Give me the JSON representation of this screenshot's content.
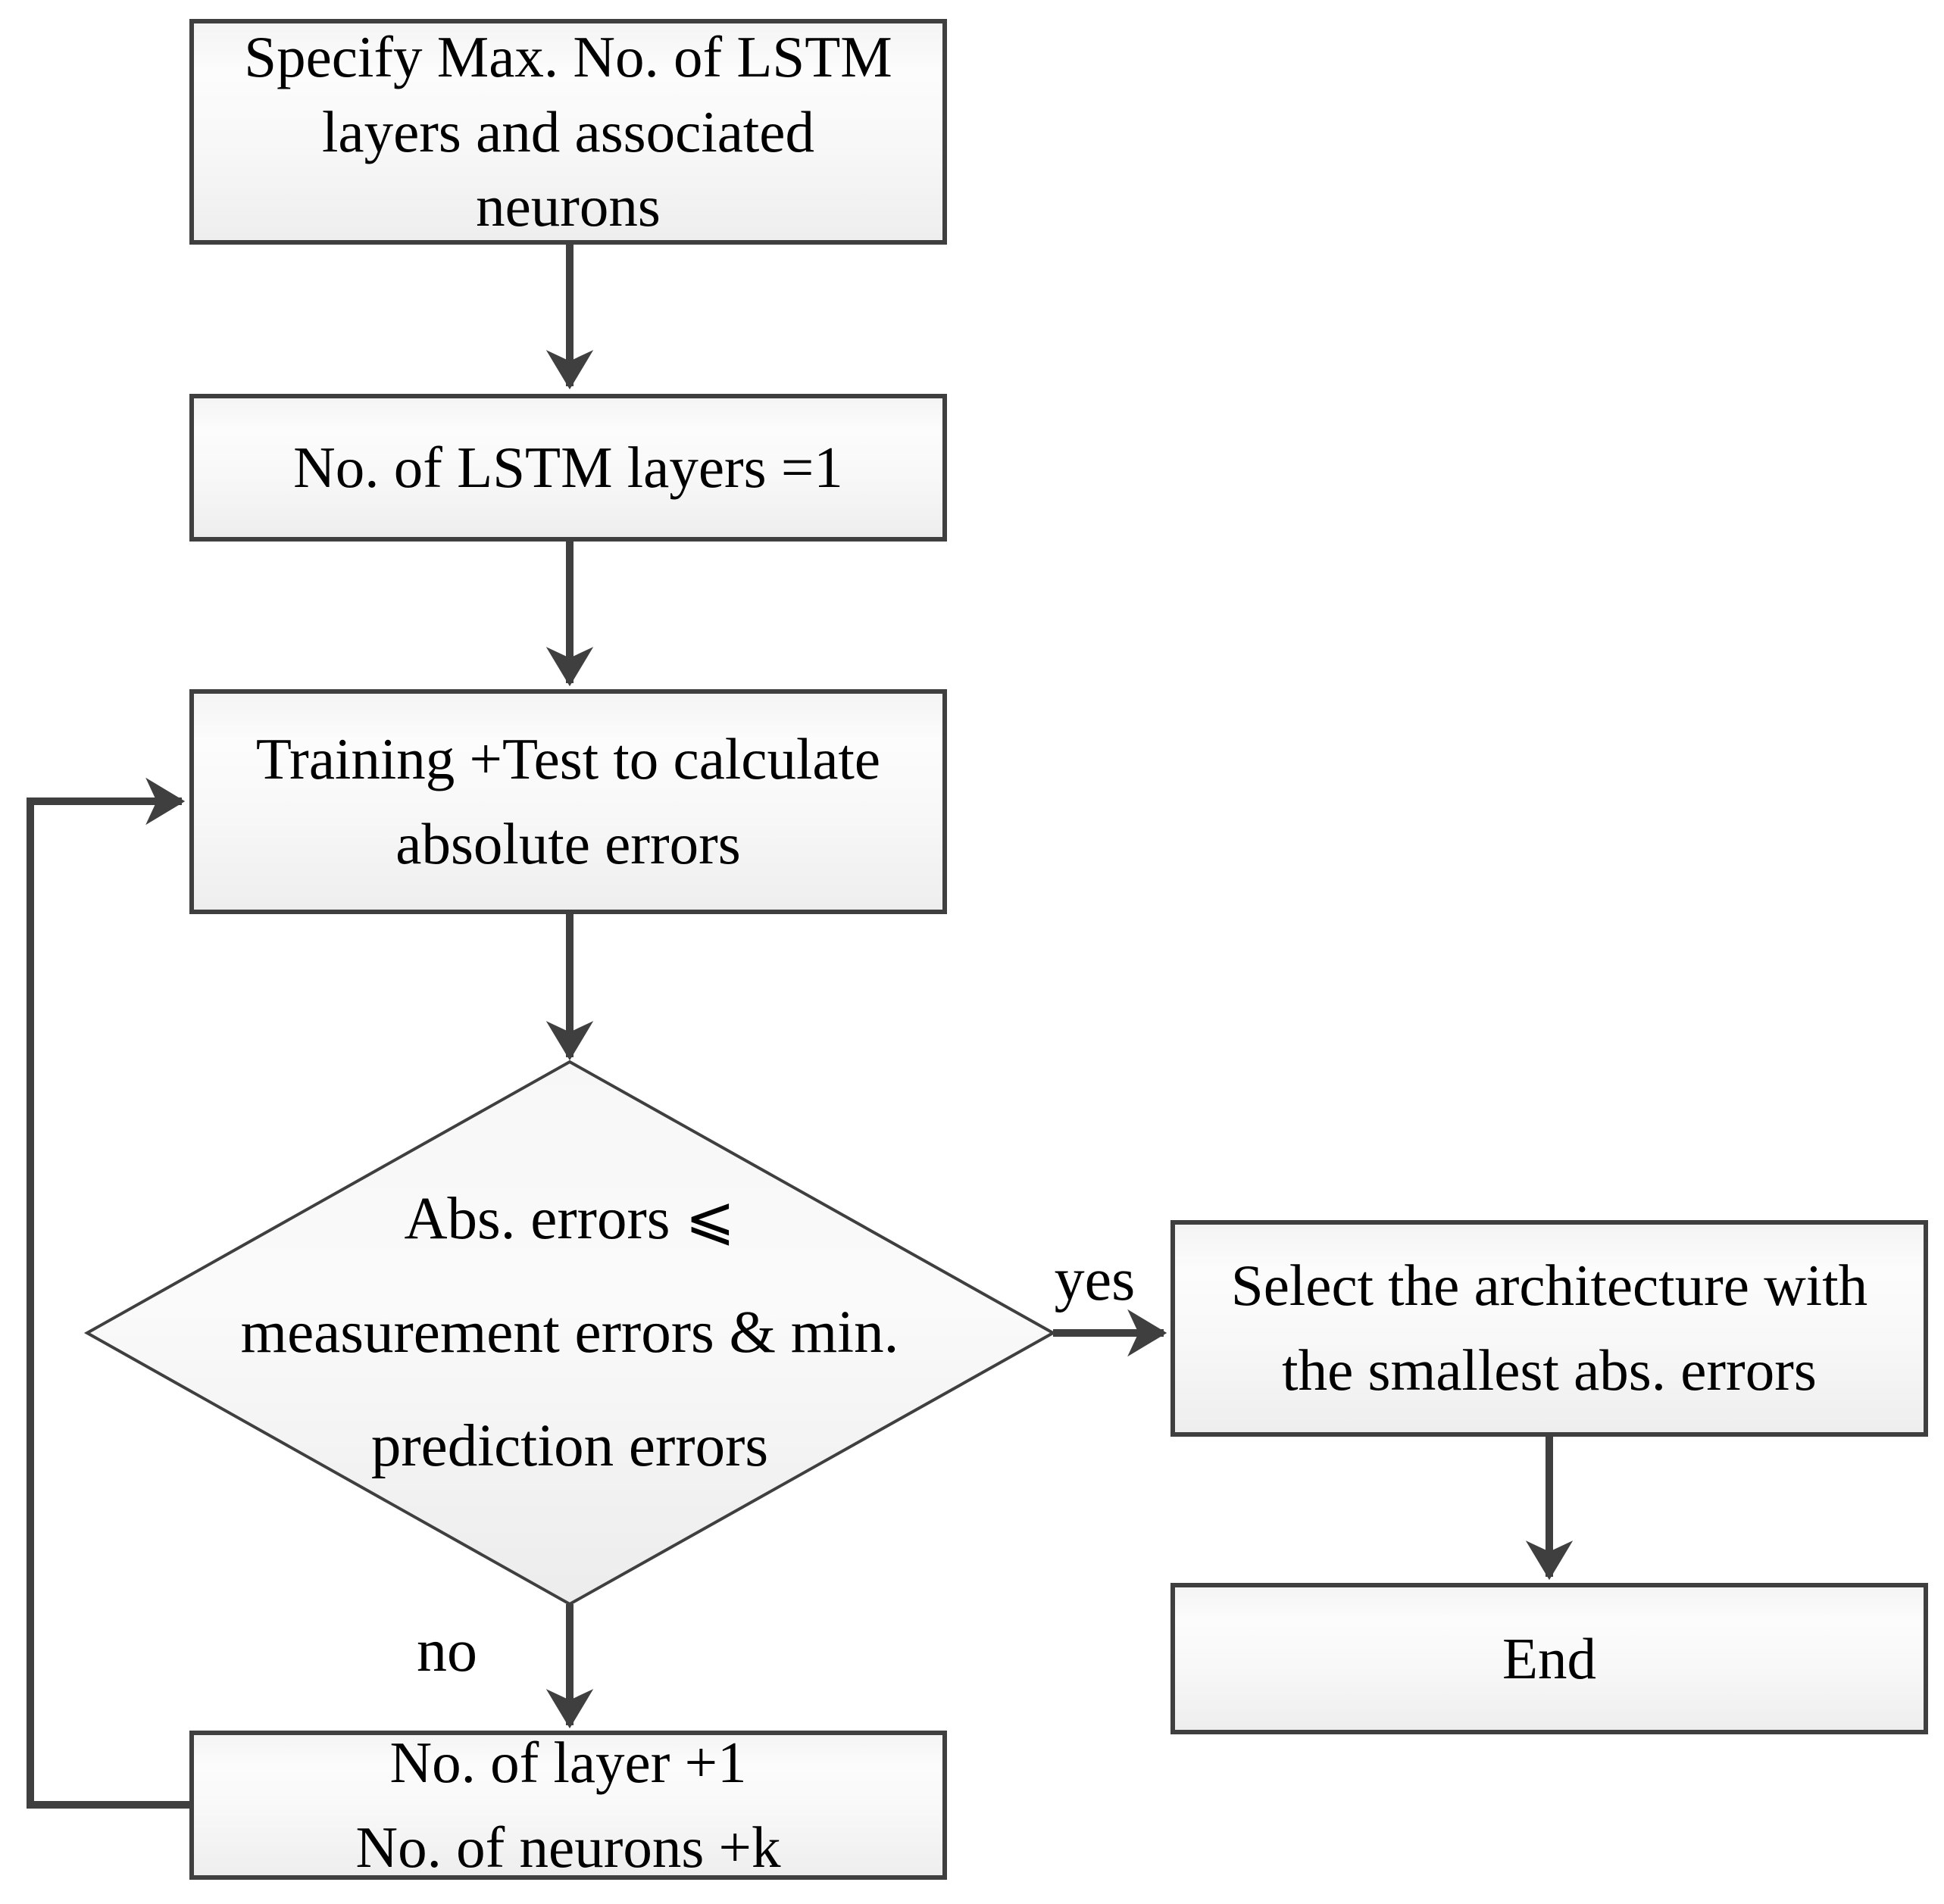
{
  "diagram": {
    "nodes": {
      "specify": {
        "label": "Specify Max. No. of LSTM\nlayers and associated\nneurons"
      },
      "init": {
        "label": "No. of LSTM layers =1"
      },
      "train": {
        "label": "Training +Test to calculate\nabsolute errors"
      },
      "decision": {
        "label": "Abs. errors ⩽\nmeasurement errors & min.\nprediction errors"
      },
      "select": {
        "label": "Select the architecture with\nthe smallest abs. errors"
      },
      "increment": {
        "label": "No. of layer +1\nNo. of neurons +k"
      },
      "end": {
        "label": "End"
      }
    },
    "edge_labels": {
      "yes": "yes",
      "no": "no"
    },
    "colors": {
      "stroke": "#3f3f3f",
      "node_fill_top": "#f4f4f4",
      "node_fill_bottom": "#eeeeee",
      "text": "#000000",
      "background": "#ffffff"
    }
  }
}
